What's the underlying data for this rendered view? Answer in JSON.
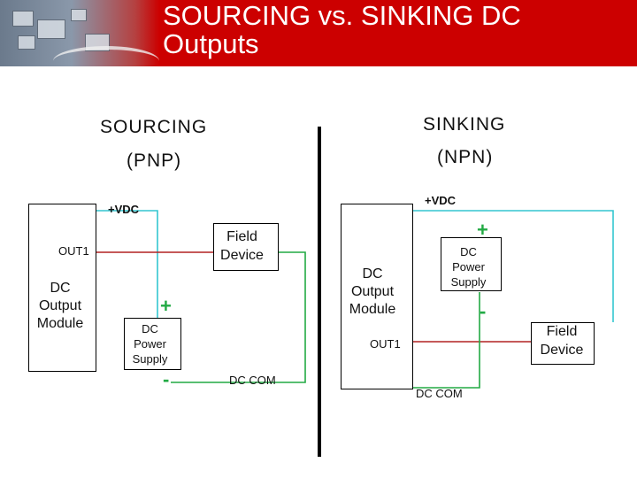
{
  "title": "SOURCING  vs. SINKING DC\nOutputs",
  "colors": {
    "header": "#cc0000",
    "wire_positive": "#33c6d0",
    "wire_signal": "#b22222",
    "wire_common": "#22aa44",
    "divider": "#000000"
  },
  "sourcing": {
    "heading": "SOURCING",
    "subheading": "(PNP)",
    "vdc_label": "+VDC",
    "out_label": "OUT1",
    "module_label": "DC\nOutput\nModule",
    "field_device_label": "Field\nDevice",
    "plus_label": "+",
    "power_supply_label": "DC\nPower\nSupply",
    "minus_label": "-",
    "com_label": "DC COM"
  },
  "sinking": {
    "heading": "SINKING",
    "subheading": "(NPN)",
    "vdc_label": "+VDC",
    "plus_label": "+",
    "power_supply_label": "DC\nPower\nSupply",
    "module_label": "DC\nOutput\nModule",
    "minus_label": "-",
    "field_device_label": "Field\nDevice",
    "out_label": "OUT1",
    "com_label": "DC COM"
  }
}
